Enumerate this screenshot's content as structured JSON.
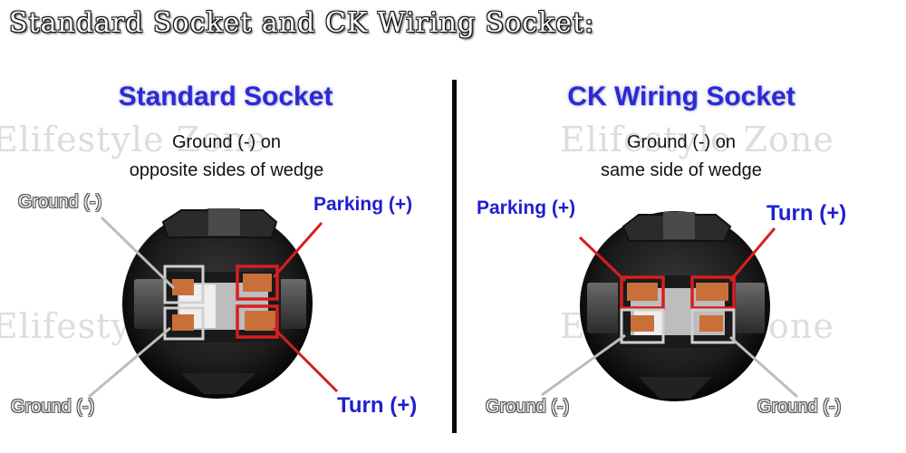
{
  "title": "Standard Socket and CK Wiring Socket:",
  "watermark": "Elifestyle Zone",
  "standard": {
    "heading": "Standard Socket",
    "description": [
      "Ground (-) on",
      "opposite sides of wedge"
    ],
    "labels": {
      "ground_top": "Ground (-)",
      "parking": "Parking (+)",
      "ground_bottom": "Ground (-)",
      "turn": "Turn (+)"
    }
  },
  "ck": {
    "heading": "CK Wiring Socket",
    "description": [
      "Ground (-) on",
      "same side of wedge"
    ],
    "labels": {
      "parking": "Parking (+)",
      "turn": "Turn (+)",
      "ground_left": "Ground (-)",
      "ground_right": "Ground (-)"
    }
  },
  "colors": {
    "heading": "#2a2ad6",
    "positive_marker": "#d81e1e",
    "ground_marker": "#d8d8d8",
    "contact": "#c9703a"
  }
}
